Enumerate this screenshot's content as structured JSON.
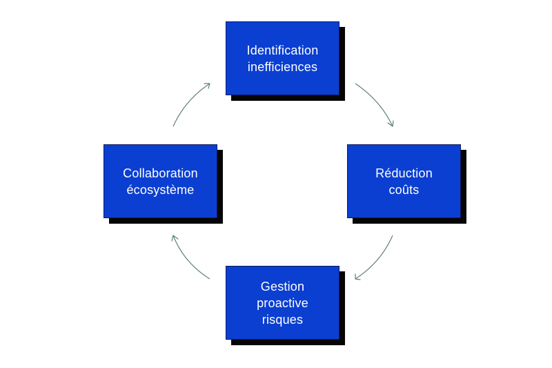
{
  "nodes": {
    "top": {
      "lines": [
        "Identification",
        "inefficiences"
      ]
    },
    "right": {
      "lines": [
        "Réduction",
        "coûts"
      ]
    },
    "bottom": {
      "lines": [
        "Gestion",
        "proactive",
        "risques"
      ]
    },
    "left": {
      "lines": [
        "Collaboration",
        "écosystème"
      ]
    }
  },
  "colors": {
    "box_fill": "#0b3fd1",
    "box_shadow": "#050505",
    "arrow": "#5e8073",
    "text": "#ffffff"
  }
}
